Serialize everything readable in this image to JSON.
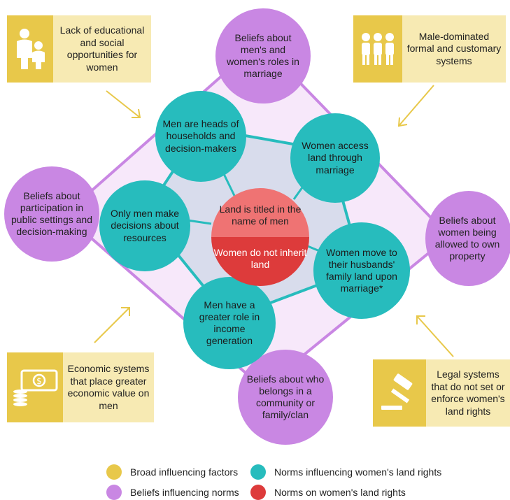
{
  "colors": {
    "broad": "#e8c84a",
    "beliefs": "#c987e3",
    "norms": "#27bcbd",
    "core": "#dd3b3b"
  },
  "factors": {
    "top_left": "Lack of educational and social opportunities for women",
    "top_right": "Male-dominated formal and customary systems",
    "bottom_left": "Economic systems that place greater economic value on men",
    "bottom_right": "Legal systems that do not set or enforce women's land rights"
  },
  "beliefs": {
    "top": "Beliefs about men's and women's roles in marriage",
    "left": "Beliefs about participation in public settings and decision-making",
    "right": "Beliefs about women being allowed to own property",
    "bottom": "Beliefs about who belongs in a community or family/clan"
  },
  "norms": {
    "heads": "Men are heads of households and decision-makers",
    "access": "Women access land through marriage",
    "decisions": "Only men make decisions about resources",
    "move": "Women move to their husbands' family land upon marriage*",
    "income": "Men have a greater role in income generation"
  },
  "core": {
    "titled": "Land is titled in the name of men",
    "inherit": "Women do not inherit land"
  },
  "legend": {
    "broad": "Broad influencing factors",
    "beliefs": "Beliefs influencing norms",
    "norms": "Norms influencing women's  land rights",
    "core": "Norms on women's land rights"
  }
}
